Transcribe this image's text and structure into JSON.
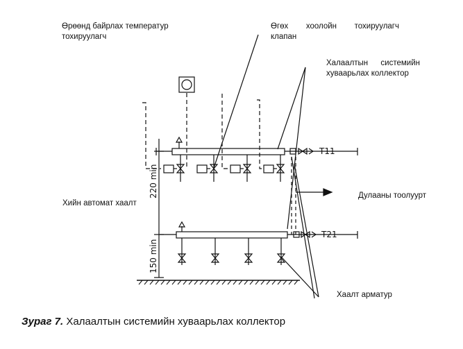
{
  "labels": {
    "room_temp_controller_line1": "Өрөөнд байрлах температур",
    "room_temp_controller_line2": "тохируулагч",
    "own_flow_valve_line1": "Өгөх хоолойн тохируулагч",
    "own_flow_valve_line2": "клапан",
    "manifold_line1": "Халаалтын системийн",
    "manifold_line2": "хуваарьлах коллектор",
    "air_vent": "Хийн автомат хаалт",
    "heat_meter": "Дулааны тоолуурт",
    "shutoff_valve": "Хаалт арматур"
  },
  "dimensions": {
    "upper": "220 min",
    "lower": "150 min"
  },
  "pipe_tags": {
    "supply": "T11",
    "return": "T21"
  },
  "caption": {
    "prefix": "Зураг 7.",
    "text": "Халаалтын системийн хуваарьлах коллектор"
  }
}
